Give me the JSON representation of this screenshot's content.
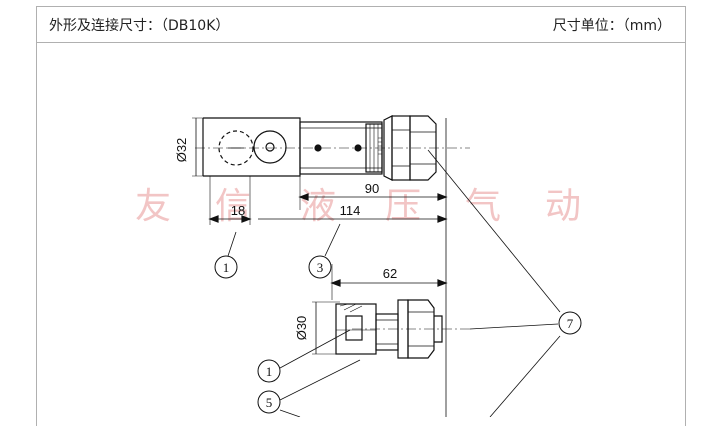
{
  "header": {
    "title": "外形及连接尺寸：（DB10K）",
    "unit": "尺寸单位：（mm）"
  },
  "watermark": [
    "友",
    "信",
    "液",
    "压",
    "气",
    "动"
  ],
  "dimensions": {
    "d32": "Ø32",
    "d30": "Ø30",
    "len90": "90",
    "len18": "18",
    "len114": "114",
    "len62": "62"
  },
  "balloons": {
    "b1_top": "1",
    "b3": "3",
    "b7": "7",
    "b1_bottom": "1",
    "b5": "5"
  },
  "colors": {
    "line": "#111111",
    "watermark": "#f2c5c5",
    "frame": "#b0b0b0"
  }
}
